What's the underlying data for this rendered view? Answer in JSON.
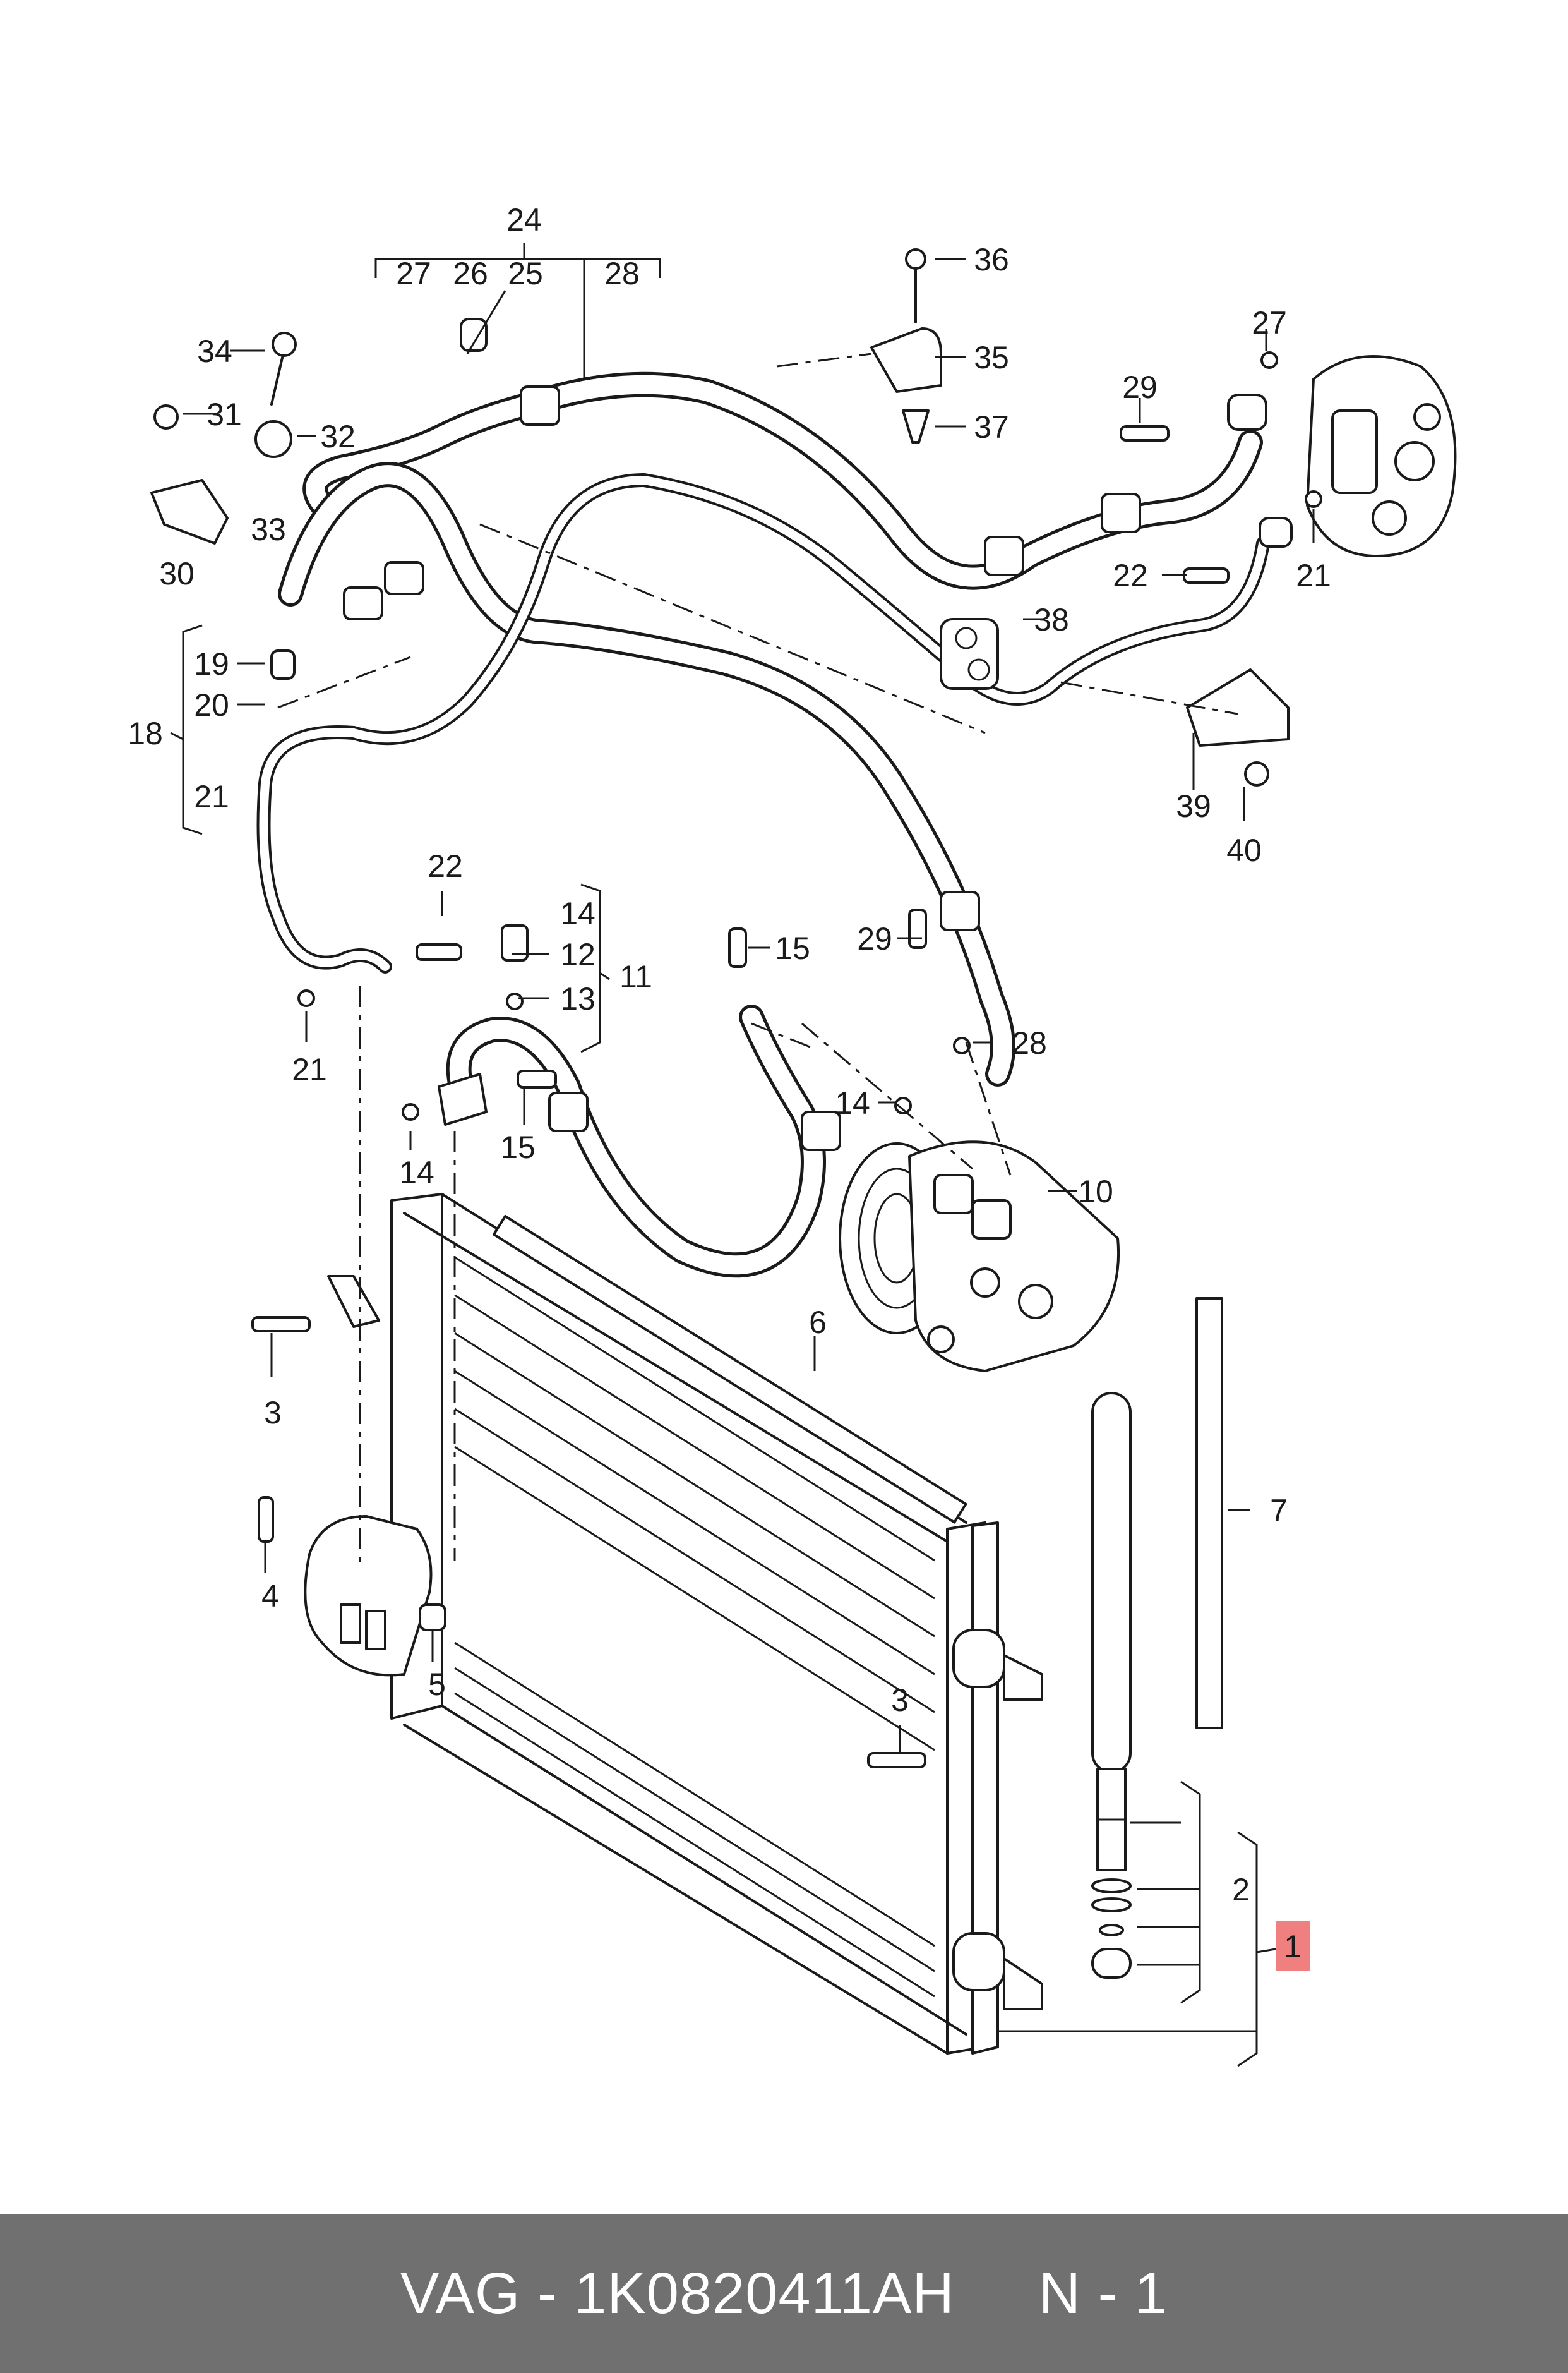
{
  "footer": {
    "text": "VAG - 1K0820411AH     N - 1",
    "background_color": "#707070",
    "text_color": "#ffffff"
  },
  "diagram": {
    "highlight_color": "#f08080",
    "labels": [
      "24",
      "27",
      "26",
      "25",
      "28",
      "36",
      "35",
      "37",
      "34",
      "31",
      "32",
      "33",
      "30",
      "27",
      "29",
      "22",
      "21",
      "38",
      "19",
      "20",
      "18",
      "21",
      "39",
      "40",
      "22",
      "14",
      "12",
      "13",
      "11",
      "15",
      "29",
      "28",
      "21",
      "14",
      "15",
      "14",
      "10",
      "6",
      "3",
      "7",
      "4",
      "5",
      "3",
      "2",
      "1"
    ],
    "highlighted_label": "1"
  }
}
